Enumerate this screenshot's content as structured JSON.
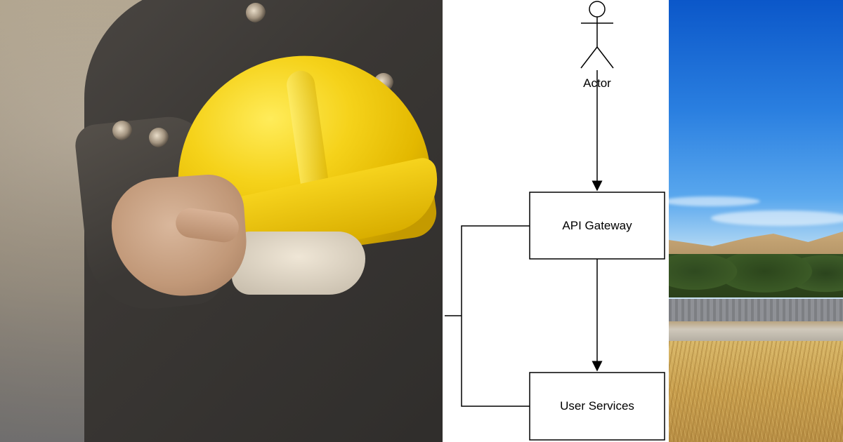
{
  "diagram": {
    "actor": {
      "label": "Actor"
    },
    "nodes": [
      {
        "id": "api-gateway",
        "label": "API Gateway"
      },
      {
        "id": "user-services",
        "label": "User Services"
      }
    ],
    "edges": [
      {
        "from": "actor",
        "to": "api-gateway",
        "directed": true
      },
      {
        "from": "api-gateway",
        "to": "user-services",
        "directed": true
      }
    ]
  },
  "colors": {
    "helmet": "#f5d21a",
    "sky": "#2a7fe0",
    "grass": "#c99f4e",
    "diagram_line": "#000000"
  }
}
